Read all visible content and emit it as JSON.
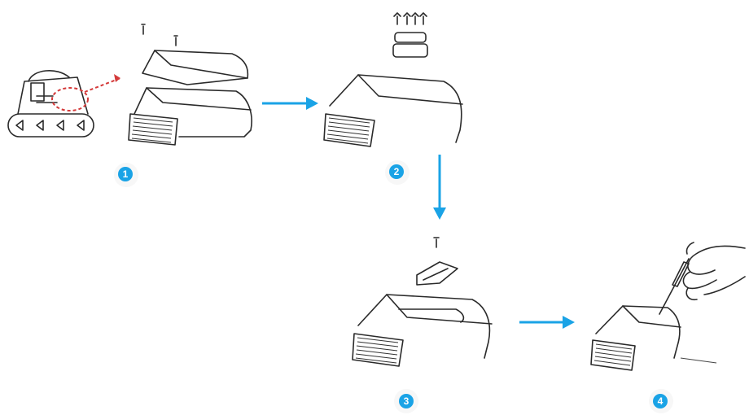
{
  "steps": [
    {
      "number": "1"
    },
    {
      "number": "2"
    },
    {
      "number": "3"
    },
    {
      "number": "4"
    }
  ],
  "colors": {
    "accent": "#1aa3e6",
    "callout": "#d43a3a",
    "ink": "#2a2a2a"
  },
  "icons": [
    "robot-cleaner-icon",
    "screw-icon",
    "hand-screwdriver-icon",
    "arrow-right-icon",
    "arrow-down-icon"
  ]
}
